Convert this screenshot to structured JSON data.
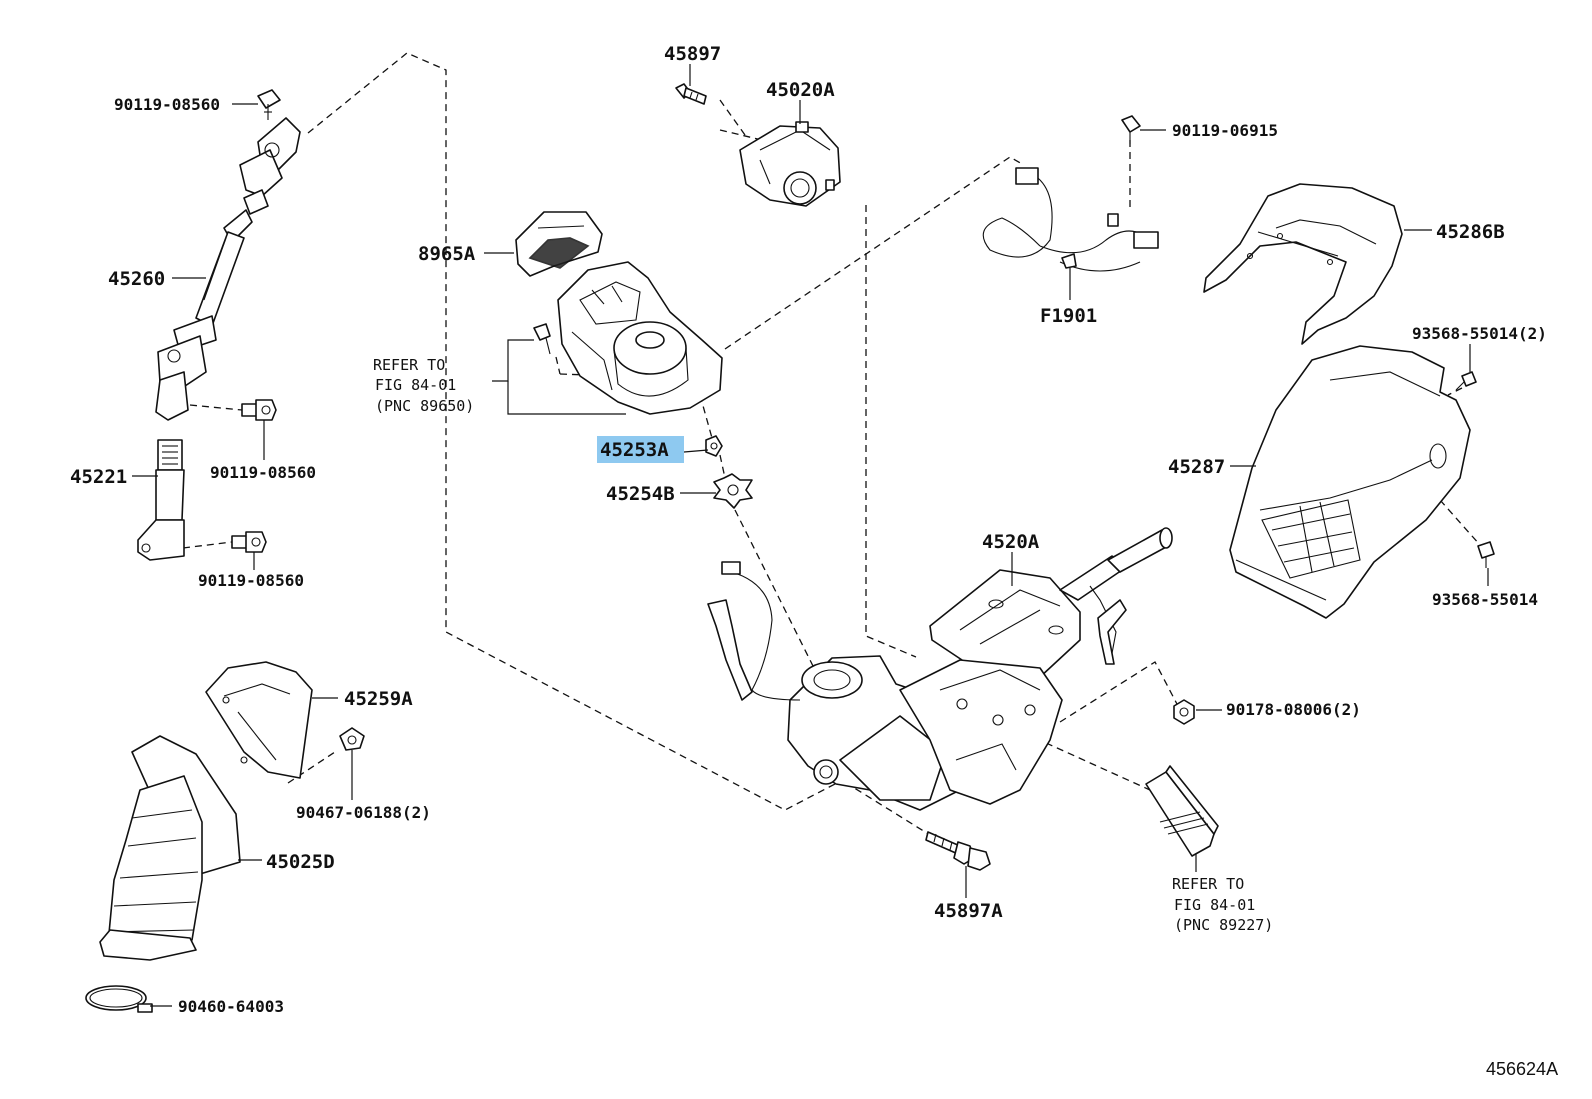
{
  "labels": {
    "shaft_bolt_top": "90119-08560",
    "intermediate_shaft": "45260",
    "shaft_bolt_mid": "90119-08560",
    "lower_shaft": "45221",
    "shaft_bolt_low": "90119-08560",
    "cover_a": "45259A",
    "clip_a": "90467-06188(2)",
    "boot": "45025D",
    "clamp": "90460-64003",
    "lock_bolt": "45897",
    "lock_assy": "45020A",
    "spiral_cable_holder": "8965A",
    "refer_89650": [
      "REFER TO",
      "FIG 84-01",
      "(PNC 89650)"
    ],
    "highlight_part": "45253A",
    "part_45254b": "45254B",
    "harness_bolt": "90119-06915",
    "wire_harness": "F1901",
    "upper_cover": "45286B",
    "cover_screw_top": "93568-55014(2)",
    "lower_cover": "45287",
    "cover_screw_low": "93568-55014",
    "column_assy": "4520A",
    "column_nut": "90178-08006(2)",
    "column_bolt": "45897A",
    "refer_89227": [
      "REFER TO",
      "FIG 84-01",
      "(PNC 89227)"
    ],
    "figure_id": "456624A"
  },
  "colors": {
    "highlight": "#8ec9f0",
    "line": "#111111"
  }
}
